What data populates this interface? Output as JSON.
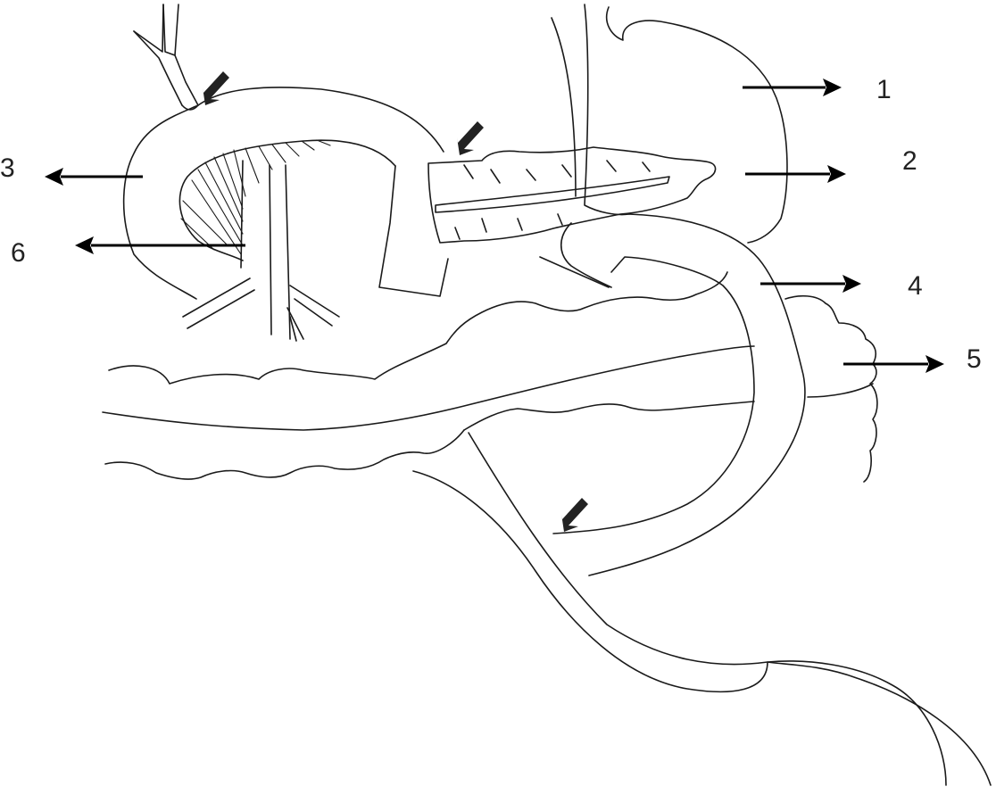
{
  "labels": {
    "l1": "1",
    "l2": "2",
    "l3": "3",
    "l4": "4",
    "l5": "5",
    "l6": "6"
  },
  "colors": {
    "line": "#1a1a1a",
    "arrow": "#000000",
    "background": "#ffffff"
  }
}
